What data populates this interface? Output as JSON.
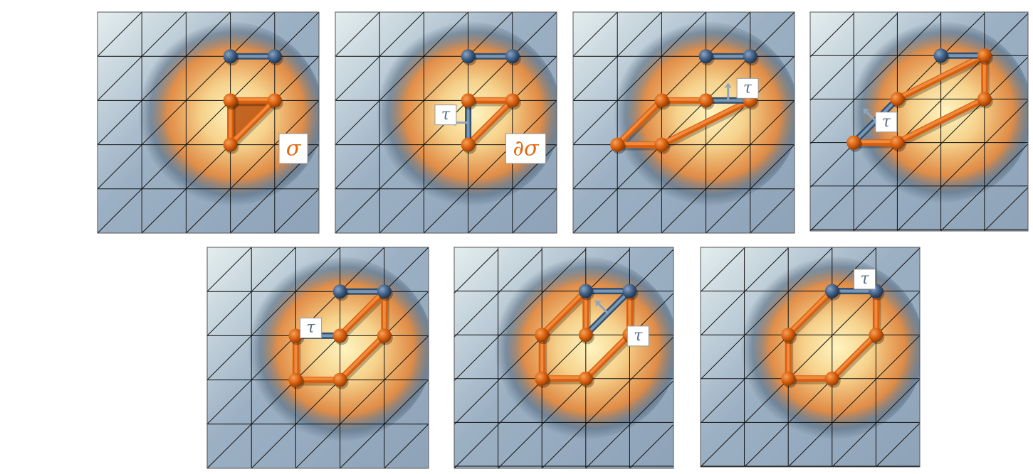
{
  "figure": {
    "panels": [
      {
        "id": "p1",
        "nodes": [
          [
            3,
            1
          ],
          [
            4,
            1
          ],
          [
            3,
            2
          ],
          [
            4,
            2
          ],
          [
            3,
            3
          ]
        ],
        "blue_nodes": [
          [
            3,
            1
          ],
          [
            4,
            1
          ]
        ],
        "blue_edges": [
          [
            [
              3,
              1
            ],
            [
              4,
              1
            ]
          ]
        ],
        "orange_edges": [
          [
            [
              3,
              2
            ],
            [
              4,
              2
            ]
          ],
          [
            [
              3,
              2
            ],
            [
              3,
              3
            ]
          ],
          [
            [
              4,
              2
            ],
            [
              3,
              3
            ]
          ]
        ],
        "filled_triangle": [
          [
            3,
            2
          ],
          [
            4,
            2
          ],
          [
            3,
            3
          ]
        ],
        "labels": [
          {
            "text": "σ",
            "style": "orange",
            "at": [
              4.1,
              2.75
            ]
          }
        ]
      },
      {
        "id": "p2",
        "nodes": [
          [
            3,
            1
          ],
          [
            4,
            1
          ],
          [
            3,
            2
          ],
          [
            4,
            2
          ],
          [
            3,
            3
          ]
        ],
        "blue_nodes": [
          [
            3,
            1
          ],
          [
            4,
            1
          ]
        ],
        "blue_edges": [
          [
            [
              3,
              1
            ],
            [
              4,
              1
            ]
          ],
          [
            [
              3,
              2
            ],
            [
              3,
              3
            ]
          ]
        ],
        "orange_edges": [
          [
            [
              3,
              2
            ],
            [
              4,
              2
            ]
          ],
          [
            [
              4,
              2
            ],
            [
              3,
              3
            ]
          ]
        ],
        "arrows": [
          {
            "from": [
              3,
              2.5
            ],
            "dir": "left"
          }
        ],
        "labels": [
          {
            "text": "τ",
            "style": "tau",
            "at": [
              2.25,
              2.1
            ]
          },
          {
            "text": "∂σ",
            "style": "orange",
            "at": [
              3.85,
              2.75
            ]
          }
        ]
      },
      {
        "id": "p3",
        "nodes": [
          [
            3,
            1
          ],
          [
            4,
            1
          ],
          [
            2,
            2
          ],
          [
            3,
            2
          ],
          [
            4,
            2
          ],
          [
            1,
            3
          ],
          [
            2,
            3
          ]
        ],
        "blue_nodes": [
          [
            3,
            1
          ],
          [
            4,
            1
          ]
        ],
        "blue_edges": [
          [
            [
              3,
              1
            ],
            [
              4,
              1
            ]
          ],
          [
            [
              3,
              2
            ],
            [
              4,
              2
            ]
          ]
        ],
        "orange_edges": [
          [
            [
              2,
              2
            ],
            [
              3,
              2
            ]
          ],
          [
            [
              4,
              2
            ],
            [
              2,
              3
            ]
          ],
          [
            [
              2,
              2
            ],
            [
              1,
              3
            ]
          ],
          [
            [
              1,
              3
            ],
            [
              2,
              3
            ]
          ]
        ],
        "arrows": [
          {
            "from": [
              3.5,
              2
            ],
            "dir": "up"
          }
        ],
        "labels": [
          {
            "text": "τ",
            "style": "tau",
            "at": [
              3.7,
              1.5
            ]
          }
        ]
      },
      {
        "id": "p4",
        "nodes": [
          [
            3,
            1
          ],
          [
            4,
            1
          ],
          [
            2,
            2
          ],
          [
            4,
            2
          ],
          [
            1,
            3
          ],
          [
            2,
            3
          ]
        ],
        "blue_nodes": [
          [
            3,
            1
          ]
        ],
        "blue_edges": [
          [
            [
              3,
              1
            ],
            [
              4,
              1
            ]
          ],
          [
            [
              2,
              2
            ],
            [
              1,
              3
            ]
          ]
        ],
        "orange_edges": [
          [
            [
              4,
              1
            ],
            [
              2,
              2
            ]
          ],
          [
            [
              4,
              1
            ],
            [
              4,
              2
            ]
          ],
          [
            [
              4,
              2
            ],
            [
              2,
              3
            ]
          ],
          [
            [
              1,
              3
            ],
            [
              2,
              3
            ]
          ]
        ],
        "arrows": [
          {
            "from": [
              1.5,
              2.5
            ],
            "dir": "upleft"
          }
        ],
        "labels": [
          {
            "text": "τ",
            "style": "tau",
            "at": [
              1.5,
              2.3
            ]
          }
        ]
      },
      {
        "id": "p5",
        "nodes": [
          [
            3,
            1
          ],
          [
            4,
            1
          ],
          [
            2,
            2
          ],
          [
            3,
            2
          ],
          [
            4,
            2
          ],
          [
            2,
            3
          ],
          [
            3,
            3
          ]
        ],
        "blue_nodes": [
          [
            3,
            1
          ],
          [
            4,
            1
          ]
        ],
        "blue_edges": [
          [
            [
              3,
              1
            ],
            [
              4,
              1
            ]
          ],
          [
            [
              2,
              2
            ],
            [
              3,
              2
            ]
          ]
        ],
        "orange_edges": [
          [
            [
              4,
              1
            ],
            [
              3,
              2
            ]
          ],
          [
            [
              4,
              1
            ],
            [
              4,
              2
            ]
          ],
          [
            [
              4,
              2
            ],
            [
              3,
              3
            ]
          ],
          [
            [
              2,
              2
            ],
            [
              2,
              3
            ]
          ],
          [
            [
              2,
              3
            ],
            [
              3,
              3
            ]
          ]
        ],
        "arrows": [
          {
            "from": [
              2.5,
              2
            ],
            "dir": "up"
          }
        ],
        "labels": [
          {
            "text": "τ",
            "style": "tau",
            "at": [
              2.1,
              1.6
            ]
          }
        ]
      },
      {
        "id": "p6",
        "nodes": [
          [
            3,
            1
          ],
          [
            4,
            1
          ],
          [
            2,
            2
          ],
          [
            3,
            2
          ],
          [
            4,
            2
          ],
          [
            2,
            3
          ],
          [
            3,
            3
          ]
        ],
        "blue_nodes": [
          [
            3,
            1
          ],
          [
            4,
            1
          ]
        ],
        "blue_edges": [
          [
            [
              3,
              1
            ],
            [
              4,
              1
            ]
          ],
          [
            [
              4,
              1
            ],
            [
              3,
              2
            ]
          ]
        ],
        "orange_edges": [
          [
            [
              3,
              1
            ],
            [
              2,
              2
            ]
          ],
          [
            [
              3,
              1
            ],
            [
              3,
              2
            ]
          ],
          [
            [
              4,
              1
            ],
            [
              4,
              2
            ]
          ],
          [
            [
              4,
              2
            ],
            [
              3,
              3
            ]
          ],
          [
            [
              2,
              2
            ],
            [
              2,
              3
            ]
          ],
          [
            [
              2,
              3
            ],
            [
              3,
              3
            ]
          ]
        ],
        "arrows": [
          {
            "from": [
              3.5,
              1.5
            ],
            "dir": "upleft"
          }
        ],
        "labels": [
          {
            "text": "τ",
            "style": "tau",
            "at": [
              3.95,
              1.8
            ]
          }
        ]
      },
      {
        "id": "p7",
        "nodes": [
          [
            3,
            1
          ],
          [
            4,
            1
          ],
          [
            2,
            2
          ],
          [
            4,
            2
          ],
          [
            2,
            3
          ],
          [
            3,
            3
          ]
        ],
        "blue_nodes": [
          [
            3,
            1
          ],
          [
            4,
            1
          ]
        ],
        "blue_edges": [
          [
            [
              3,
              1
            ],
            [
              4,
              1
            ]
          ]
        ],
        "orange_edges": [
          [
            [
              3,
              1
            ],
            [
              2,
              2
            ]
          ],
          [
            [
              4,
              1
            ],
            [
              4,
              2
            ]
          ],
          [
            [
              4,
              2
            ],
            [
              3,
              3
            ]
          ],
          [
            [
              2,
              2
            ],
            [
              2,
              3
            ]
          ],
          [
            [
              2,
              3
            ],
            [
              3,
              3
            ]
          ]
        ],
        "labels": [
          {
            "text": "τ",
            "style": "tau",
            "at": [
              3.5,
              0.5
            ]
          }
        ]
      }
    ]
  },
  "colors": {
    "bg_blue": "#9cb0c4",
    "bg_dark": "#4f6478",
    "glow_light": "#fff4c0",
    "glow_orange": "#e8893a",
    "orange": "#d95f0e",
    "orange_dark": "#8a3a05",
    "blue_node": "#3f5f85",
    "blue_edge": "#7a98b6",
    "grid": "#111111"
  }
}
